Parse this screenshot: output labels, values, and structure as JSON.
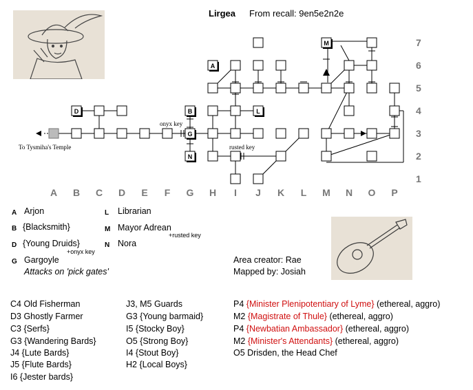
{
  "header": {
    "area_name": "Lirgea",
    "recall": "From recall: 9en5e2n2e"
  },
  "grid": {
    "columns": [
      "A",
      "B",
      "C",
      "D",
      "E",
      "F",
      "G",
      "H",
      "I",
      "J",
      "K",
      "L",
      "M",
      "N",
      "O",
      "P"
    ],
    "rows": [
      "7",
      "6",
      "5",
      "4",
      "3",
      "2",
      "1"
    ]
  },
  "map_labels": {
    "onyx_key": "onyx key",
    "rusted_key": "rusted key",
    "temple": "To Tysmiha's Temple"
  },
  "room_markers": {
    "A": "A",
    "B": "B",
    "D": "D",
    "G": "G",
    "L": "L",
    "M": "M",
    "N": "N"
  },
  "legend": {
    "A": {
      "letter": "A",
      "text": "Arjon"
    },
    "B": {
      "letter": "B",
      "text": "{Blacksmith}"
    },
    "D": {
      "letter": "D",
      "text": "{Young Druids}",
      "note": "+onyx key"
    },
    "G": {
      "letter": "G",
      "text": "Gargoyle",
      "note": "Attacks on 'pick gates'"
    },
    "L": {
      "letter": "L",
      "text": "Librarian"
    },
    "M": {
      "letter": "M",
      "text": "Mayor Adrean",
      "note": "+rusted key"
    },
    "N": {
      "letter": "N",
      "text": "Nora"
    }
  },
  "credits": {
    "creator": "Area creator: Rae",
    "mapper": "Mapped by: Josiah"
  },
  "mobs_col1": [
    "C4 Old Fisherman",
    "D3 Ghostly Farmer",
    "C3 {Serfs}",
    "G3 {Wandering Bards}",
    "J4 {Lute Bards}",
    "J5 {Flute Bards}",
    "I6 {Jester bards}"
  ],
  "mobs_col2": [
    "J3, M5 Guards",
    "G3 {Young barmaid}",
    "I5 {Stocky Boy}",
    "O5 {Strong Boy}",
    "I4 {Stout Boy}",
    "H2 {Local Boys}"
  ],
  "mobs_col3": [
    {
      "pre": "P4 ",
      "red": "{Minister Plenipotentiary of Lyme}",
      "post": " (ethereal, aggro)"
    },
    {
      "pre": "M2 ",
      "red": "{Magistrate of Thule}",
      "post": " (ethereal, aggro)"
    },
    {
      "pre": "P4 ",
      "red": "{Newbatian Ambassador}",
      "post": " (ethereal, aggro)"
    },
    {
      "pre": "M2 ",
      "red": "{Minister's Attendants}",
      "post": " (ethereal, aggro)"
    },
    {
      "pre": "O5 Drisden, the Head Chef",
      "red": "",
      "post": ""
    }
  ],
  "images": {
    "top_left": "sketch-man-in-feathered-hat",
    "bottom_right": "sketch-lute"
  },
  "colors": {
    "axis_label": "#777777",
    "hostile": "#d01010",
    "gray_room": "#bbbbbb"
  }
}
